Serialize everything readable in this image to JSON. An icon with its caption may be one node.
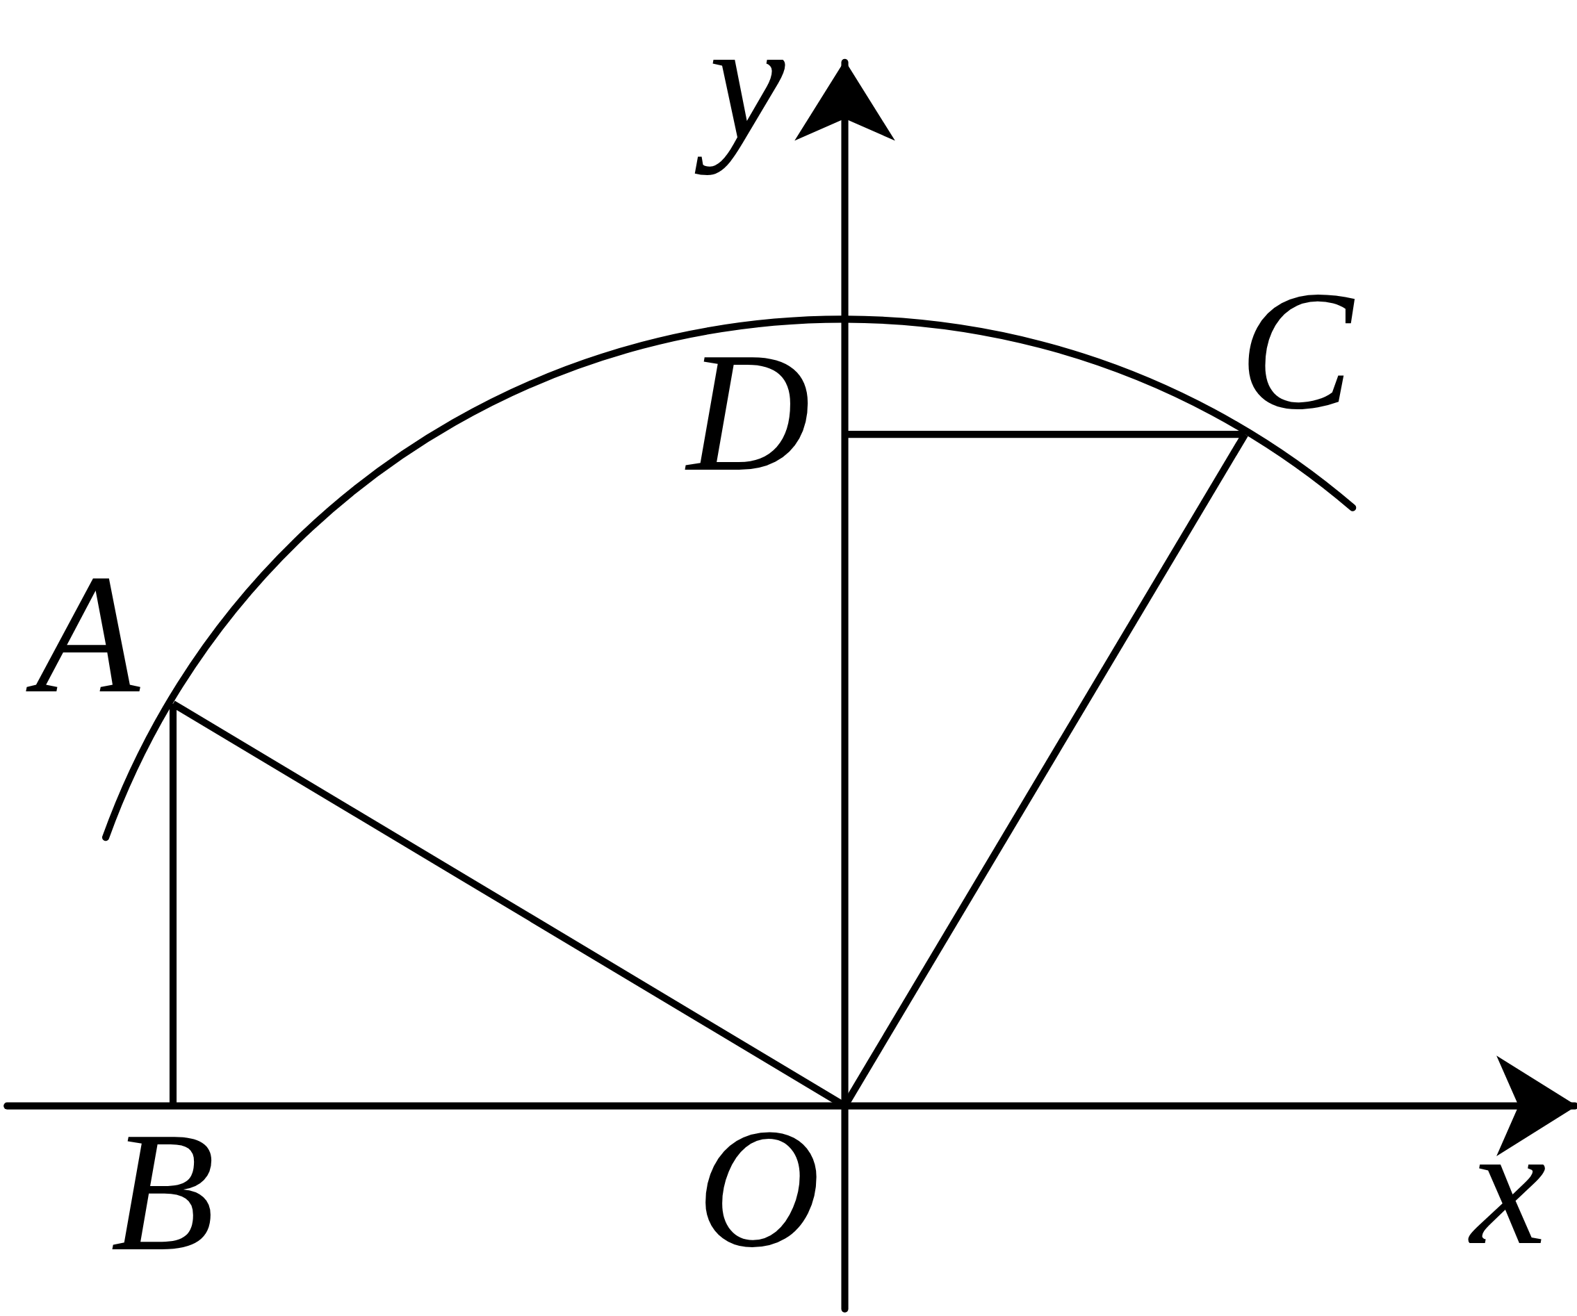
{
  "diagram": {
    "nodes": [
      {
        "text": [
          "A"
        ]
      },
      {
        "text": [
          "B"
        ]
      },
      {
        "text": [
          "C"
        ]
      },
      {
        "text": [
          "D"
        ]
      },
      {
        "text": [
          "O"
        ]
      }
    ],
    "edges": [
      {
        "from": 0,
        "to": 4,
        "arrow": "none"
      },
      {
        "from": 0,
        "to": 1,
        "arrow": "none"
      },
      {
        "from": 4,
        "to": 2,
        "arrow": "none"
      },
      {
        "from": 3,
        "to": 2,
        "arrow": "none"
      }
    ],
    "labels": [
      "y",
      "x"
    ]
  }
}
